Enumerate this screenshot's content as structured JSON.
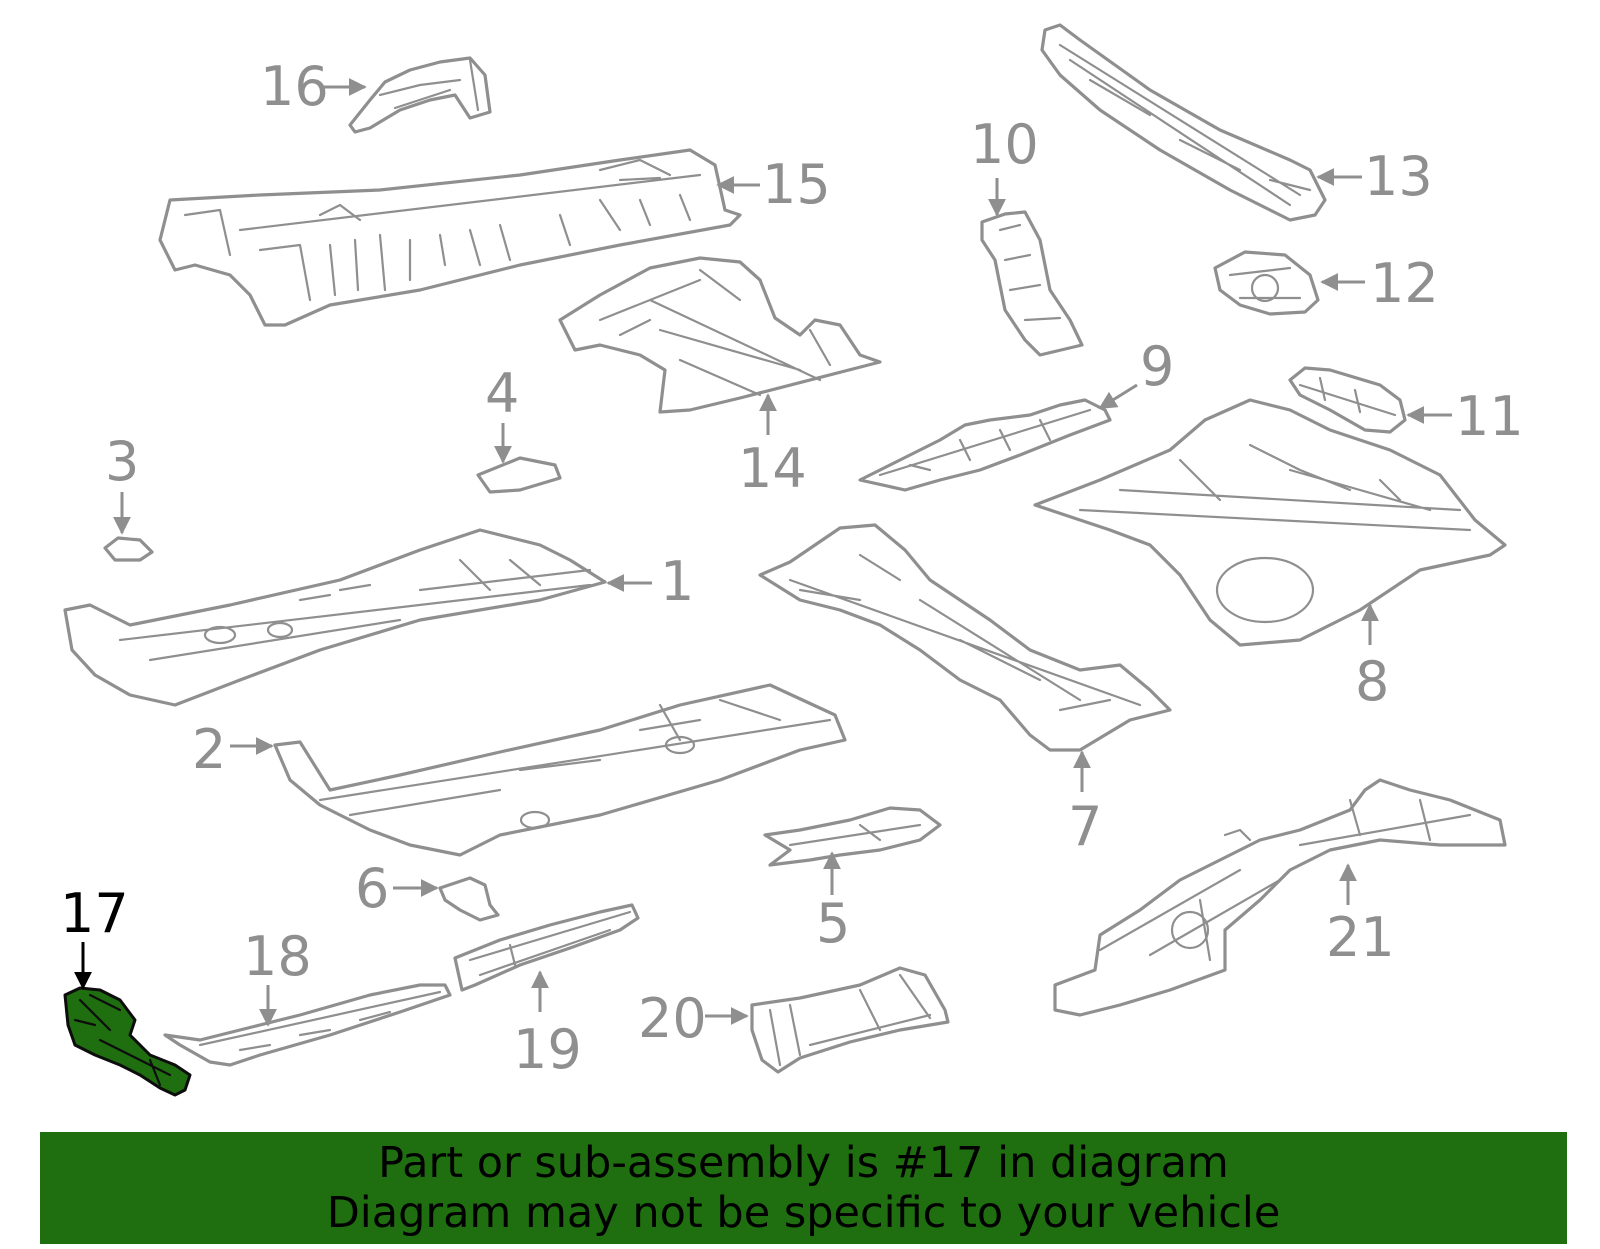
{
  "callouts": {
    "c1": "1",
    "c2": "2",
    "c3": "3",
    "c4": "4",
    "c5": "5",
    "c6": "6",
    "c7": "7",
    "c8": "8",
    "c9": "9",
    "c10": "10",
    "c11": "11",
    "c12": "12",
    "c13": "13",
    "c14": "14",
    "c15": "15",
    "c16": "16",
    "c17": "17",
    "c18": "18",
    "c19": "19",
    "c20": "20",
    "c21": "21"
  },
  "highlighted_part": "17",
  "colors": {
    "highlight": "#1f6f10",
    "part_stroke": "#8f8f8f",
    "active_label": "#000000"
  },
  "banner": {
    "line1": "Part or sub-assembly is #17 in diagram",
    "line2": "Diagram may not be specific to your vehicle"
  }
}
